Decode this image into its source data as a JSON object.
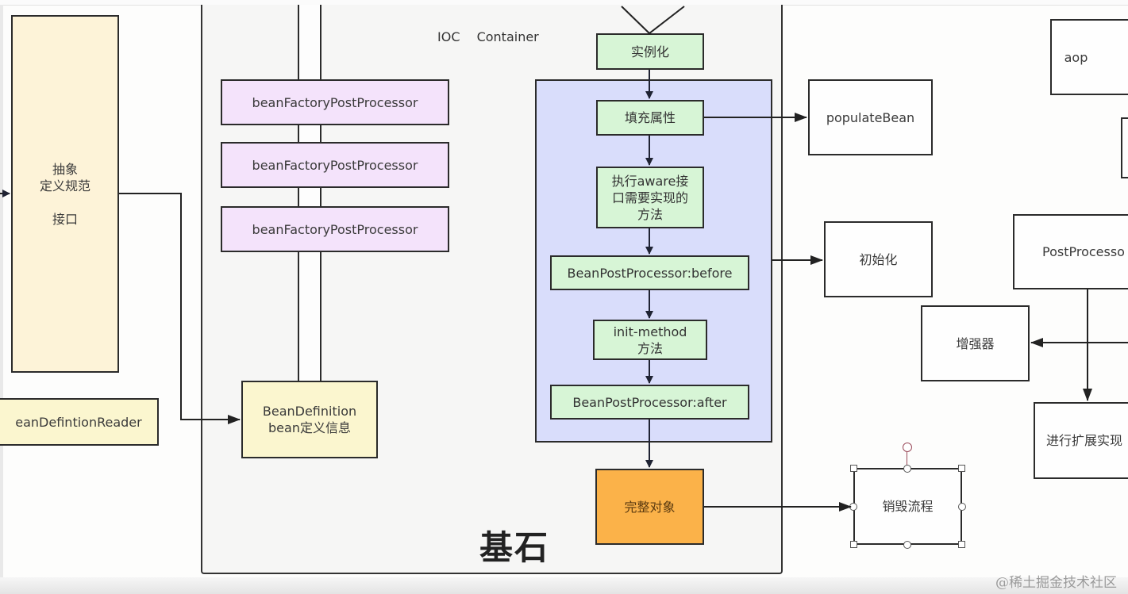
{
  "diagram": {
    "container_title": "IOC    Container",
    "base_label": "基石",
    "nodes": {
      "abstract_spec": "抽象\n定义规范\n\n接口",
      "reader": "eanDefintionReader",
      "bfpp_1": "beanFactoryPostProcessor",
      "bfpp_2": "beanFactoryPostProcessor",
      "bfpp_3": "beanFactoryPostProcessor",
      "bean_definition": "BeanDefinition\nbean定义信息",
      "instantiate": "实例化",
      "populate_props": "填充属性",
      "aware": "执行aware接\n口需要实现的\n方法",
      "bpp_before": "BeanPostProcessor:before",
      "init_method": "init-method\n方法",
      "bpp_after": "BeanPostProcessor:after",
      "complete_object": "完整对象",
      "populate_bean": "populateBean",
      "initialization": "初始化",
      "destroy_flow": "销毁流程",
      "aop": "aop",
      "post_processor": "PostProcesso",
      "enhancer": "增强器",
      "extension": "进行扩展实现"
    },
    "colors": {
      "purple": "#f4e3fb",
      "green": "#d7f5d6",
      "lifecycle_bg": "#d9ddfb",
      "orange": "#fbb249",
      "cream": "#fdf3d8",
      "light_yellow": "#fbf6cf"
    }
  },
  "watermark": "@稀土掘金技术社区"
}
